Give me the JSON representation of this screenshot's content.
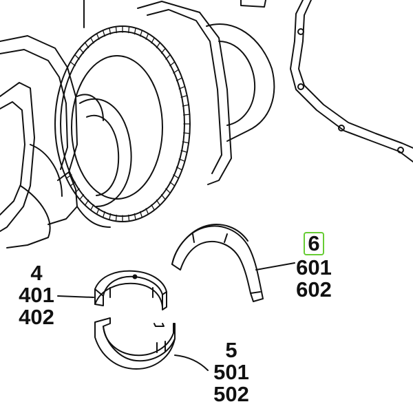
{
  "callouts": {
    "part_4": {
      "main": "4",
      "sub": [
        "401",
        "402"
      ]
    },
    "part_5": {
      "main": "5",
      "sub": [
        "501",
        "502"
      ]
    },
    "part_6": {
      "main": "6",
      "sub": [
        "601",
        "602"
      ]
    }
  },
  "colors": {
    "line": "#111111",
    "highlight": "#66cc33",
    "background": "#ffffff"
  }
}
